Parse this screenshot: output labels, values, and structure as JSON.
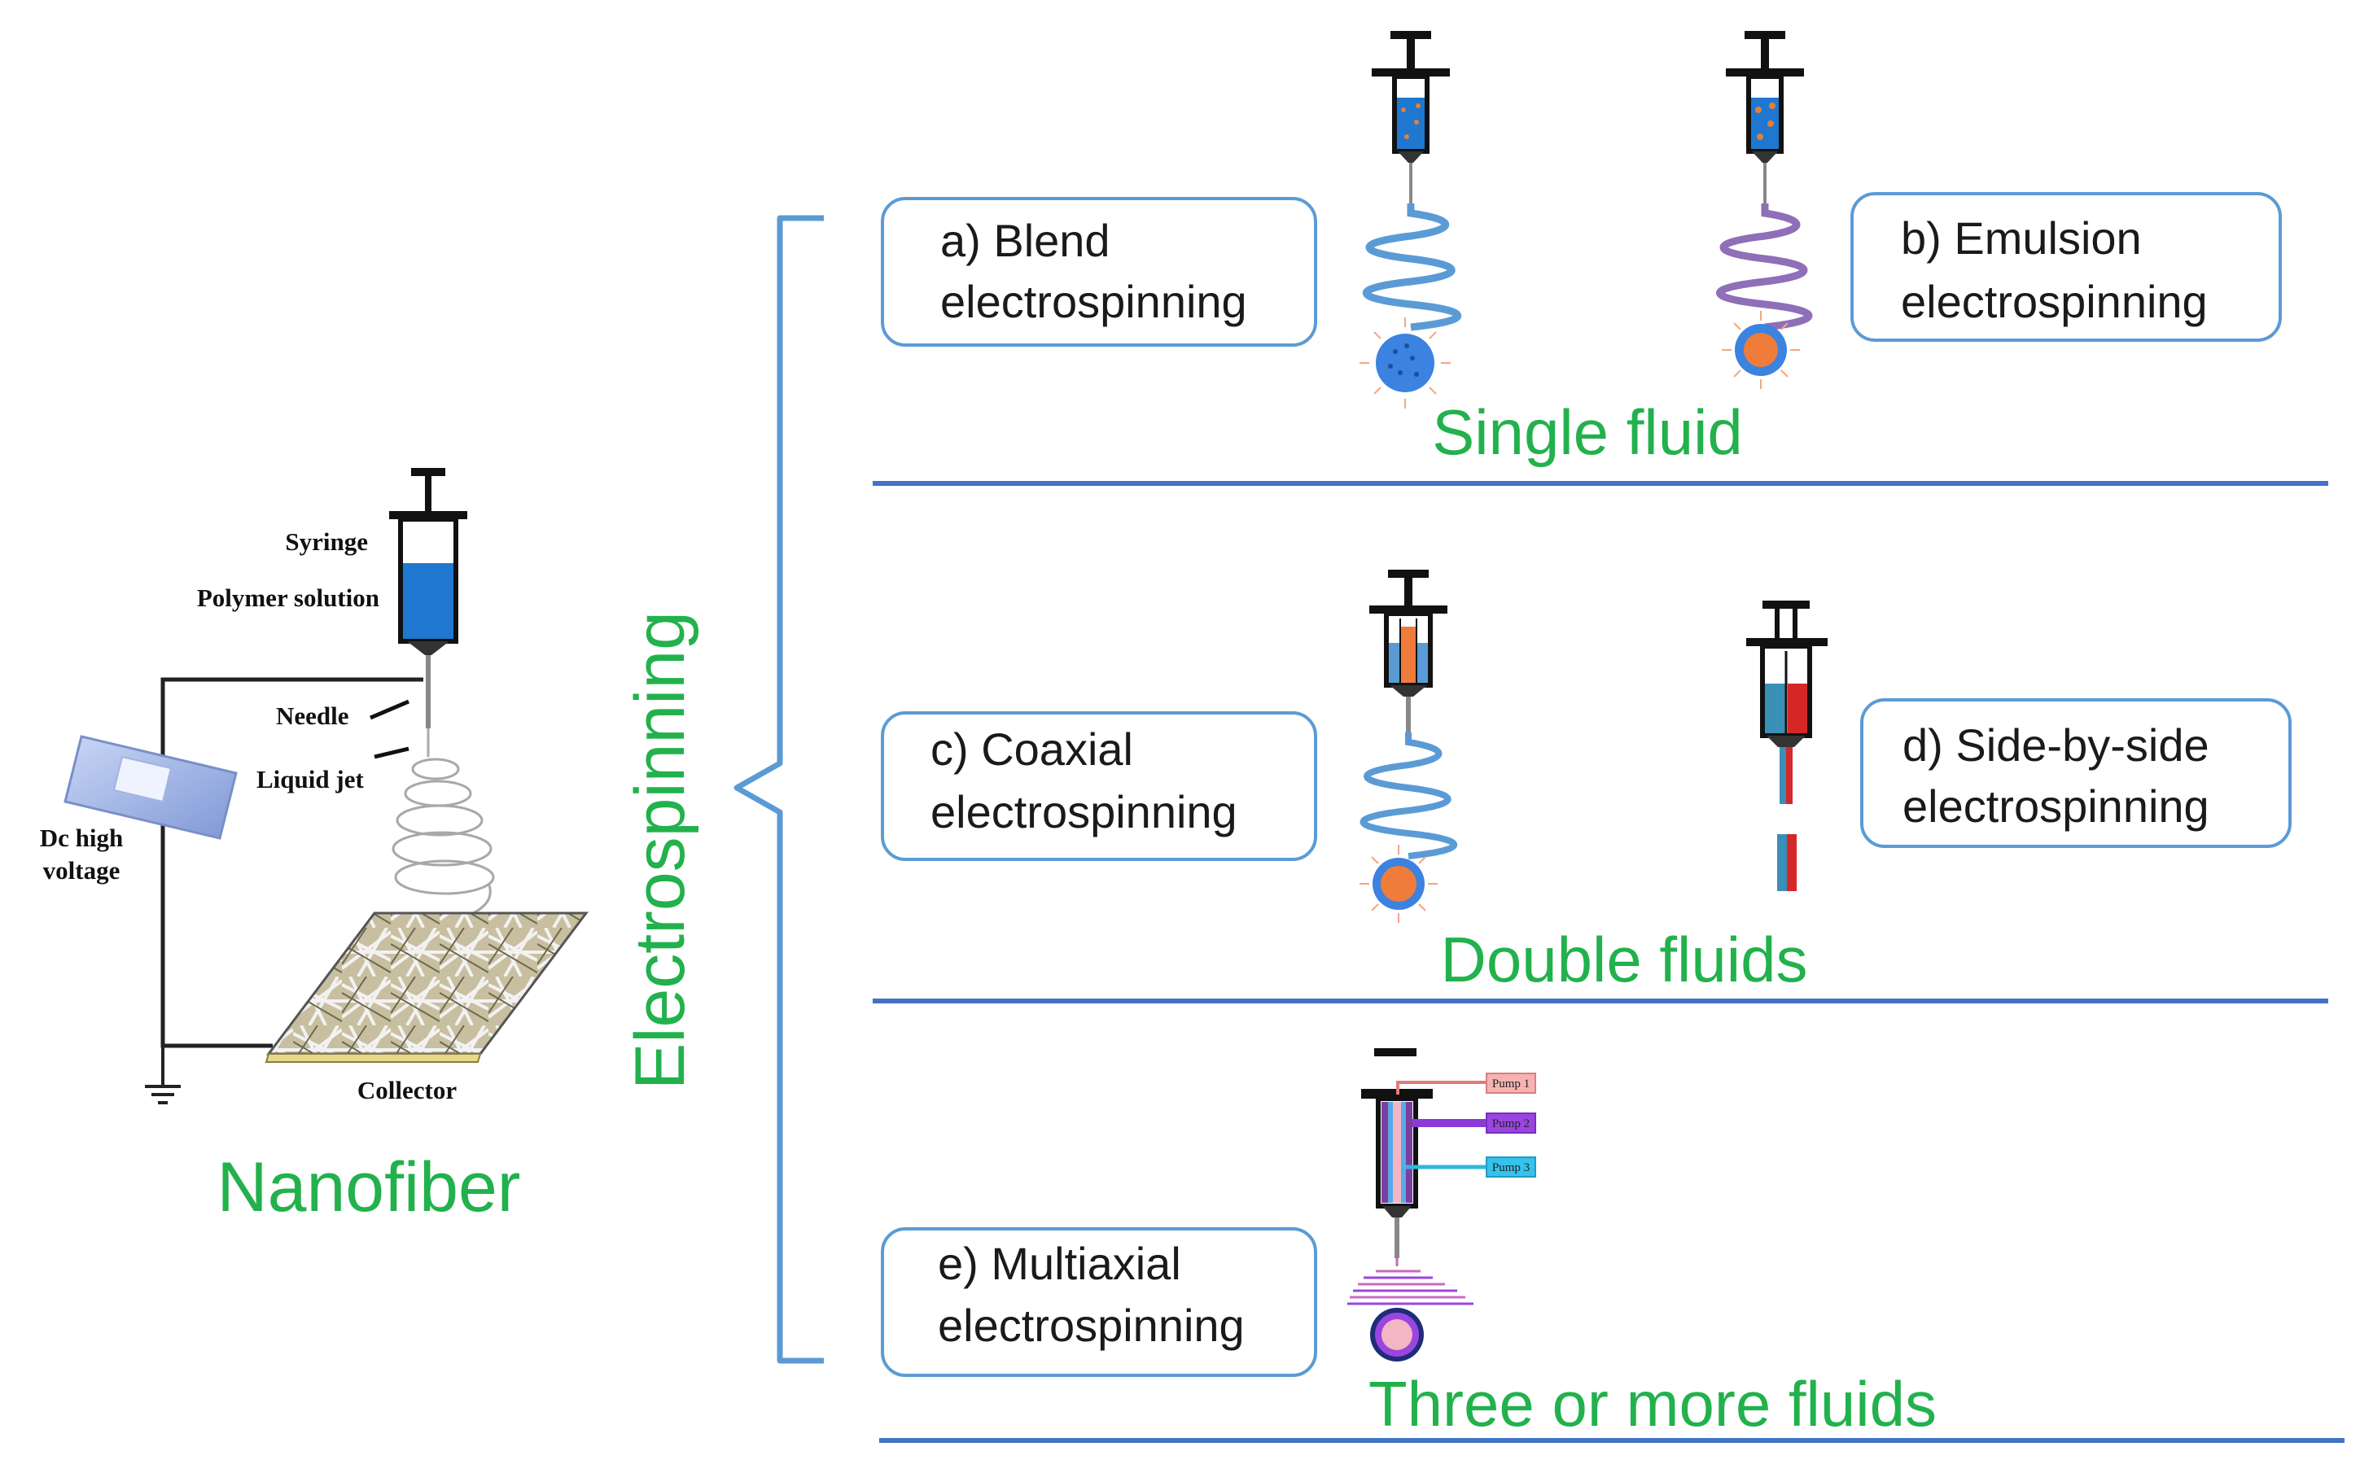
{
  "left_panel": {
    "title": "Nanofiber",
    "labels": {
      "syringe": "Syringe",
      "polymer_solution": "Polymer solution",
      "needle": "Needle",
      "liquid_jet": "Liquid jet",
      "dc_line1": "Dc high",
      "dc_line2": "voltage",
      "collector": "Collector"
    }
  },
  "brace_label": "Electrospinning",
  "sections": [
    {
      "caption": "Single fluid"
    },
    {
      "caption": "Double fluids"
    },
    {
      "caption": "Three or more fluids"
    }
  ],
  "methods": {
    "a": {
      "line1": "a) Blend",
      "line2": "electrospinning"
    },
    "b": {
      "line1": "b) Emulsion",
      "line2": "electrospinning"
    },
    "c": {
      "line1": "c) Coaxial",
      "line2": "electrospinning"
    },
    "d": {
      "line1": "d) Side-by-side",
      "line2": "electrospinning"
    },
    "e": {
      "line1": "e) Multiaxial",
      "line2": "electrospinning"
    }
  },
  "pumps": [
    "Pump 1",
    "Pump 2",
    "Pump 3"
  ],
  "colors": {
    "accent_green": "#22b14c",
    "rule_blue": "#4472c4",
    "box_border": "#5b9bd5",
    "solution_blue": "#1f77d0",
    "core_orange": "#f07c3c",
    "fiber_red": "#d62728"
  }
}
